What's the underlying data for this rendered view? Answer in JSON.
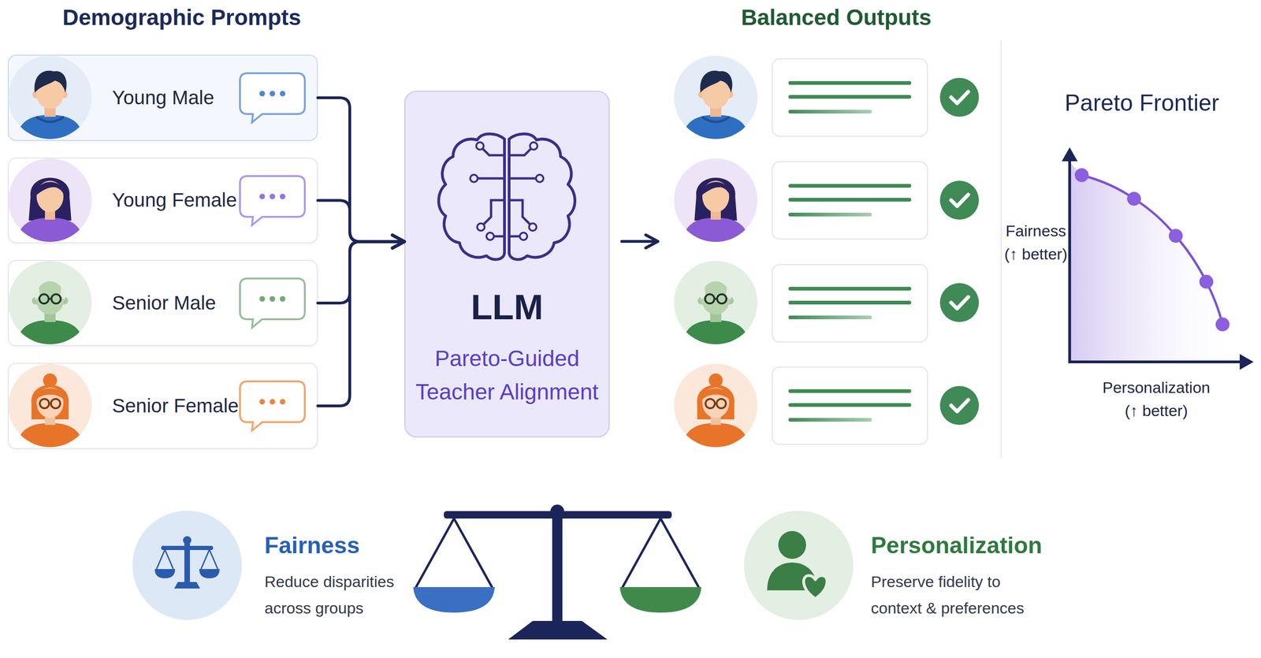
{
  "diagram": {
    "nodes": [
      {
        "text": [
          "Young Male"
        ]
      },
      {
        "text": [
          "Young Female"
        ]
      },
      {
        "text": [
          "Senior Male"
        ]
      },
      {
        "text": [
          "Senior Female"
        ]
      },
      {
        "text": [
          "LLM",
          "Pareto-Guided Teacher Alignment"
        ]
      }
    ],
    "edges": [
      {
        "from": 0,
        "to": 4,
        "arrow": "to"
      },
      {
        "from": 1,
        "to": 4,
        "arrow": "to"
      },
      {
        "from": 2,
        "to": 4,
        "arrow": "to"
      },
      {
        "from": 3,
        "to": 4,
        "arrow": "to"
      }
    ],
    "labels": [
      "Demographic Prompts",
      "Balanced Outputs",
      "Pareto Frontier",
      "Fairness (↑ better)",
      "Personalization (↑ better)",
      "Fairness",
      "Reduce disparities across groups",
      "Personalization",
      "Preserve fidelity to context & preferences"
    ]
  }
}
